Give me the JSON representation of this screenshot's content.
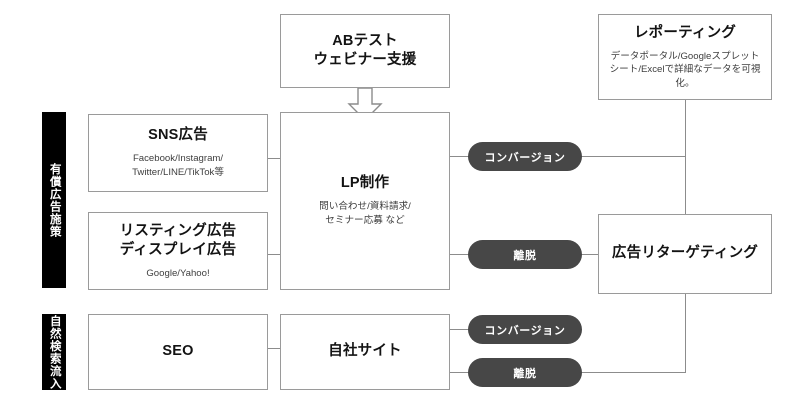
{
  "diagram": {
    "title": "Web marketing funnel flow diagram",
    "colors": {
      "pill_fill": "#474747",
      "box_border": "#9a9a9a",
      "band_fill": "#000000",
      "line": "#8c8c8c",
      "text": "#131313",
      "canvas": "#ffffff"
    }
  },
  "bands": [
    {
      "id": "paid",
      "label": "有償広告施策"
    },
    {
      "id": "organic",
      "label": "自然検索流入"
    }
  ],
  "boxes": {
    "abtest": {
      "title_line1": "ABテスト",
      "title_line2": "ウェビナー支援",
      "sub": ""
    },
    "reporting": {
      "title": "レポーティング",
      "sub_line1": "データポータル/Googleスプレット",
      "sub_line2": "シート/Excelで詳細なデータを可視化。"
    },
    "sns": {
      "title": "SNS広告",
      "sub_line1": "Facebook/Instagram/",
      "sub_line2": "Twitter/LINE/TikTok等"
    },
    "listing": {
      "title_line1": "リスティング広告",
      "title_line2": "ディスプレイ広告",
      "sub": "Google/Yahoo!"
    },
    "lp": {
      "title": "LP制作",
      "sub_line1": "問い合わせ/資料請求/",
      "sub_line2": "セミナー応募 など"
    },
    "seo": {
      "title": "SEO",
      "sub": ""
    },
    "ownsite": {
      "title": "自社サイト",
      "sub": ""
    },
    "retargeting": {
      "title": "広告リターゲティング",
      "sub": ""
    }
  },
  "pills": {
    "cv_top": {
      "label": "コンバージョン"
    },
    "exit_top": {
      "label": "離脱"
    },
    "cv_bottom": {
      "label": "コンバージョン"
    },
    "exit_bottom": {
      "label": "離脱"
    }
  }
}
